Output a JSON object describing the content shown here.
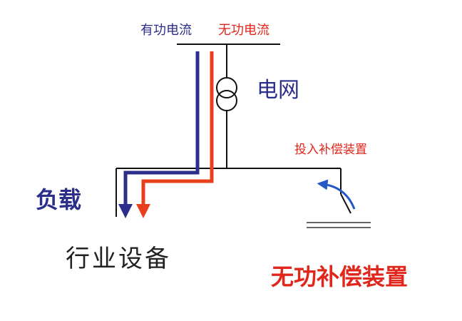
{
  "labels": {
    "active_current": "有功电流",
    "reactive_current": "无功电流",
    "grid": "电网",
    "load": "负载",
    "industry_equipment": "行业设备",
    "switch_in_compensation": "投入补偿装置",
    "reactive_compensation_device": "无功补偿装置"
  },
  "colors": {
    "active_current": "#2b2e8a",
    "reactive_current": "#e8401c",
    "line": "#111111",
    "switch_arrow": "#2458c4",
    "text_dark": "#2b2e8a",
    "text_red": "#e1261c",
    "text_black": "#222222"
  }
}
